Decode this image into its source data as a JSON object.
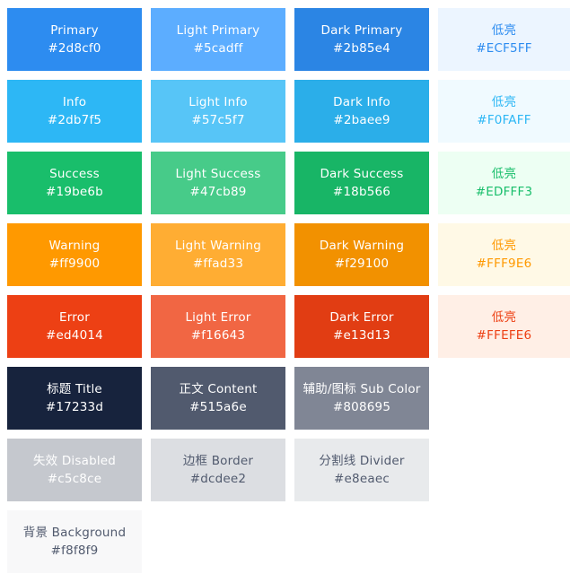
{
  "palette": {
    "rows": [
      {
        "cells": [
          {
            "id": "primary",
            "label": "Primary",
            "hex": "#2d8cf0",
            "bg": "#2d8cf0",
            "fg": "#ffffff"
          },
          {
            "id": "light-primary",
            "label": "Light Primary",
            "hex": "#5cadff",
            "bg": "#5cadff",
            "fg": "#ffffff"
          },
          {
            "id": "dark-primary",
            "label": "Dark Primary",
            "hex": "#2b85e4",
            "bg": "#2b85e4",
            "fg": "#ffffff"
          },
          {
            "id": "primary-lowlight",
            "label": "低亮",
            "hex": "#ECF5FF",
            "bg": "#ECF5FF",
            "fg": "#2d8cf0"
          }
        ]
      },
      {
        "cells": [
          {
            "id": "info",
            "label": "Info",
            "hex": "#2db7f5",
            "bg": "#2db7f5",
            "fg": "#ffffff"
          },
          {
            "id": "light-info",
            "label": "Light Info",
            "hex": "#57c5f7",
            "bg": "#57c5f7",
            "fg": "#ffffff"
          },
          {
            "id": "dark-info",
            "label": "Dark Info",
            "hex": "#2baee9",
            "bg": "#2baee9",
            "fg": "#ffffff"
          },
          {
            "id": "info-lowlight",
            "label": "低亮",
            "hex": "#F0FAFF",
            "bg": "#F0FAFF",
            "fg": "#2db7f5"
          }
        ]
      },
      {
        "cells": [
          {
            "id": "success",
            "label": "Success",
            "hex": "#19be6b",
            "bg": "#19be6b",
            "fg": "#ffffff"
          },
          {
            "id": "light-success",
            "label": "Light Success",
            "hex": "#47cb89",
            "bg": "#47cb89",
            "fg": "#ffffff"
          },
          {
            "id": "dark-success",
            "label": "Dark Success",
            "hex": "#18b566",
            "bg": "#18b566",
            "fg": "#ffffff"
          },
          {
            "id": "success-lowlight",
            "label": "低亮",
            "hex": "#EDFFF3",
            "bg": "#EDFFF3",
            "fg": "#19be6b"
          }
        ]
      },
      {
        "cells": [
          {
            "id": "warning",
            "label": "Warning",
            "hex": "#ff9900",
            "bg": "#ff9900",
            "fg": "#ffffff"
          },
          {
            "id": "light-warning",
            "label": "Light Warning",
            "hex": "#ffad33",
            "bg": "#ffad33",
            "fg": "#ffffff"
          },
          {
            "id": "dark-warning",
            "label": "Dark Warning",
            "hex": "#f29100",
            "bg": "#f29100",
            "fg": "#ffffff"
          },
          {
            "id": "warning-lowlight",
            "label": "低亮",
            "hex": "#FFF9E6",
            "bg": "#FFF9E6",
            "fg": "#ff9900"
          }
        ]
      },
      {
        "cells": [
          {
            "id": "error",
            "label": "Error",
            "hex": "#ed4014",
            "bg": "#ed4014",
            "fg": "#ffffff"
          },
          {
            "id": "light-error",
            "label": "Light Error",
            "hex": "#f16643",
            "bg": "#f16643",
            "fg": "#ffffff"
          },
          {
            "id": "dark-error",
            "label": "Dark Error",
            "hex": "#e13d13",
            "bg": "#e13d13",
            "fg": "#ffffff"
          },
          {
            "id": "error-lowlight",
            "label": "低亮",
            "hex": "#FFEFE6",
            "bg": "#FFEFE6",
            "fg": "#ed4014"
          }
        ]
      },
      {
        "cells": [
          {
            "id": "title",
            "label": "标题 Title",
            "hex": "#17233d",
            "bg": "#17233d",
            "fg": "#ffffff"
          },
          {
            "id": "content",
            "label": "正文 Content",
            "hex": "#515a6e",
            "bg": "#515a6e",
            "fg": "#ffffff"
          },
          {
            "id": "sub-color",
            "label": "辅助/图标 Sub Color",
            "hex": "#808695",
            "bg": "#808695",
            "fg": "#ffffff"
          }
        ]
      },
      {
        "cells": [
          {
            "id": "disabled",
            "label": "失效 Disabled",
            "hex": "#c5c8ce",
            "bg": "#c5c8ce",
            "fg": "#ffffff"
          },
          {
            "id": "border",
            "label": "边框 Border",
            "hex": "#dcdee2",
            "bg": "#dcdee2",
            "fg": "#515a6e"
          },
          {
            "id": "divider",
            "label": "分割线 Divider",
            "hex": "#e8eaec",
            "bg": "#e8eaec",
            "fg": "#515a6e"
          }
        ]
      },
      {
        "cells": [
          {
            "id": "background",
            "label": "背景 Background",
            "hex": "#f8f8f9",
            "bg": "#f8f8f9",
            "fg": "#515a6e"
          }
        ]
      }
    ]
  }
}
